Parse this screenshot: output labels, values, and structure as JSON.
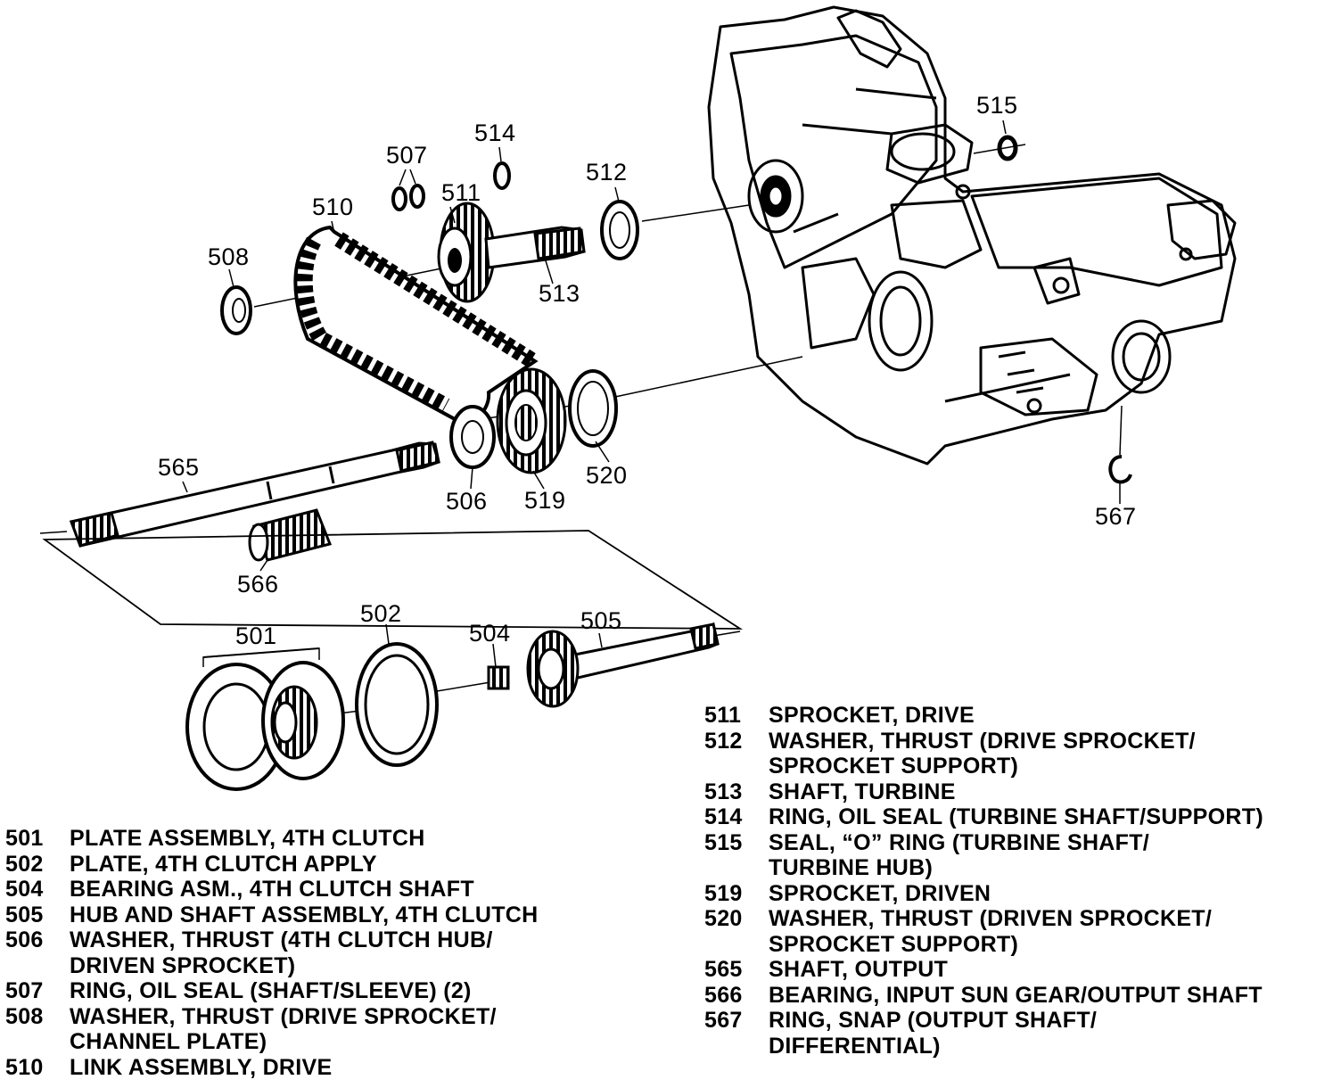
{
  "diagram": {
    "callouts": {
      "c515": "515",
      "c514": "514",
      "c507": "507",
      "c512": "512",
      "c511": "511",
      "c510": "510",
      "c508": "508",
      "c513": "513",
      "c520": "520",
      "c565": "565",
      "c506": "506",
      "c519": "519",
      "c567": "567",
      "c566": "566",
      "c502": "502",
      "c501": "501",
      "c504": "504",
      "c505": "505"
    },
    "legend_left": [
      {
        "num": "501",
        "lines": [
          "PLATE ASSEMBLY, 4TH CLUTCH"
        ]
      },
      {
        "num": "502",
        "lines": [
          "PLATE, 4TH CLUTCH APPLY"
        ]
      },
      {
        "num": "504",
        "lines": [
          "BEARING ASM., 4TH CLUTCH SHAFT"
        ]
      },
      {
        "num": "505",
        "lines": [
          "HUB AND SHAFT ASSEMBLY, 4TH CLUTCH"
        ]
      },
      {
        "num": "506",
        "lines": [
          "WASHER, THRUST (4TH CLUTCH HUB/",
          "DRIVEN SPROCKET)"
        ]
      },
      {
        "num": "507",
        "lines": [
          "RING, OIL SEAL (SHAFT/SLEEVE) (2)"
        ]
      },
      {
        "num": "508",
        "lines": [
          "WASHER, THRUST (DRIVE SPROCKET/",
          "CHANNEL PLATE)"
        ]
      },
      {
        "num": "510",
        "lines": [
          "LINK ASSEMBLY, DRIVE"
        ]
      }
    ],
    "legend_right": [
      {
        "num": "511",
        "lines": [
          "SPROCKET, DRIVE"
        ]
      },
      {
        "num": "512",
        "lines": [
          "WASHER, THRUST (DRIVE SPROCKET/",
          "SPROCKET SUPPORT)"
        ]
      },
      {
        "num": "513",
        "lines": [
          "SHAFT, TURBINE"
        ]
      },
      {
        "num": "514",
        "lines": [
          "RING, OIL SEAL (TURBINE SHAFT/SUPPORT)"
        ]
      },
      {
        "num": "515",
        "lines": [
          "SEAL, “O” RING (TURBINE SHAFT/",
          "TURBINE HUB)"
        ]
      },
      {
        "num": "519",
        "lines": [
          "SPROCKET, DRIVEN"
        ]
      },
      {
        "num": "520",
        "lines": [
          "WASHER, THRUST (DRIVEN SPROCKET/",
          "SPROCKET SUPPORT)"
        ]
      },
      {
        "num": "565",
        "lines": [
          "SHAFT, OUTPUT"
        ]
      },
      {
        "num": "566",
        "lines": [
          "BEARING, INPUT SUN GEAR/OUTPUT SHAFT"
        ]
      },
      {
        "num": "567",
        "lines": [
          "RING, SNAP (OUTPUT SHAFT/",
          "DIFFERENTIAL)"
        ]
      }
    ]
  }
}
